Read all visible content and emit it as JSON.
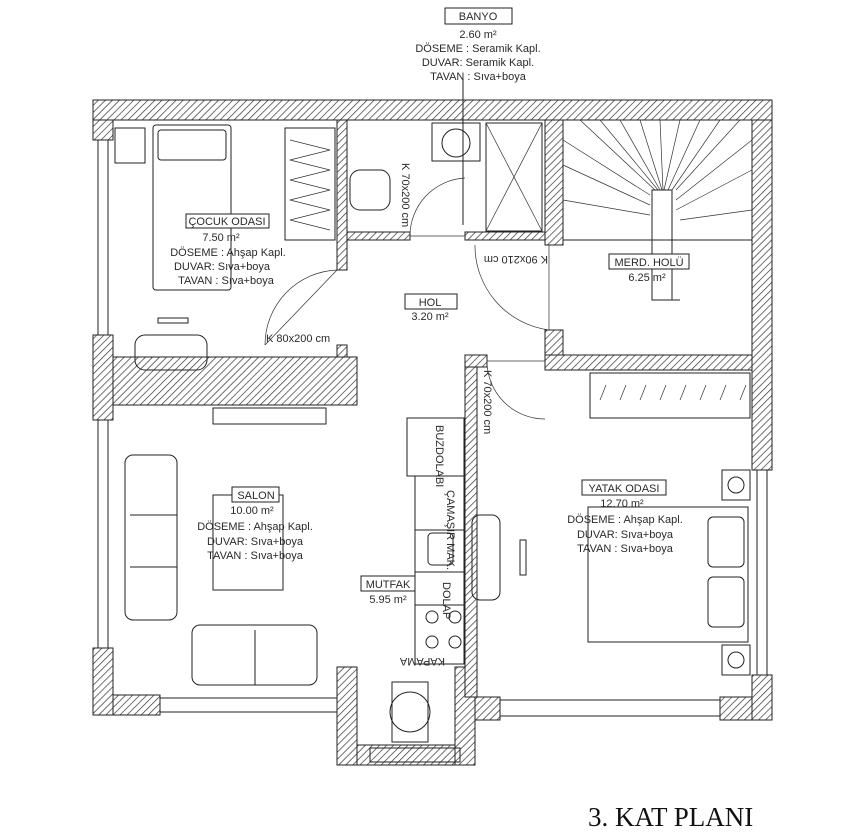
{
  "title": "3. KAT PLANI",
  "rooms": {
    "banyo": {
      "name": "BANYO",
      "area": "2.60 m²",
      "floor": "DÖSEME : Seramik Kapl.",
      "wall": "DUVAR: Seramik Kapl.",
      "ceiling": "TAVAN : Sıva+boya"
    },
    "cocuk": {
      "name": "ÇOCUK ODASI",
      "area": "7.50 m²",
      "floor": "DÖSEME : Ahşap Kapl.",
      "wall": "DUVAR: Sıva+boya",
      "ceiling": "TAVAN : Sıva+boya"
    },
    "hol": {
      "name": "HOL",
      "area": "3.20 m²"
    },
    "merd": {
      "name": "MERD. HOLÜ",
      "area": "6.25 m²"
    },
    "salon": {
      "name": "SALON",
      "area": "10.00 m²",
      "floor": "DÖSEME : Ahşap Kapl.",
      "wall": "DUVAR: Sıva+boya",
      "ceiling": "TAVAN : Sıva+boya"
    },
    "mutfak": {
      "name": "MUTFAK",
      "area": "5.95 m²"
    },
    "yatak": {
      "name": "YATAK ODASI",
      "area": "12.70 m²",
      "floor": "DÖSEME : Ahşap Kapl.",
      "wall": "DUVAR: Sıva+boya",
      "ceiling": "TAVAN : Sıva+boya"
    }
  },
  "doors": {
    "cocuk": "K 80x200 cm",
    "banyo": "K 70x200 cm",
    "hol": "K 90x210 cm",
    "yatak": "K 70x200 cm"
  },
  "appliances": {
    "fridge": "BUZDOLABI",
    "washer": "ÇAMAŞIR MAK.",
    "cabinet": "DOLAP",
    "hood": "KAPAMA"
  }
}
